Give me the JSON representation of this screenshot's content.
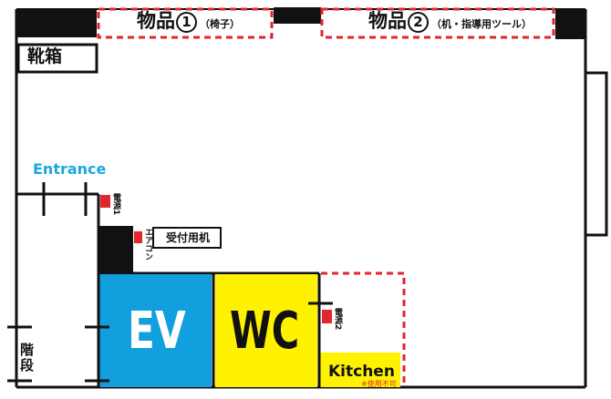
{
  "area_1": {
    "title": "物品",
    "number": "1",
    "note": "（椅子）"
  },
  "area_2": {
    "title": "物品",
    "number": "2",
    "note": "（机・指導用ツール）"
  },
  "shoe_box": "靴箱",
  "entrance": "Entrance",
  "outlet_1": "電源1",
  "outlet_2": "電源2",
  "aircon": "エアコン",
  "reception_desk": "受付用机",
  "ev": "EV",
  "wc": "WC",
  "kitchen": "Kitchen",
  "kitchen_note": "※使用不可",
  "stairs": "階段",
  "colors": {
    "ev": "#119fde",
    "wc": "#fff200",
    "kitchen": "#fff200",
    "dashed": "#e2262b",
    "outlet": "#e2262b",
    "wall": "#111111",
    "entrance_text": "#1aa6df"
  }
}
